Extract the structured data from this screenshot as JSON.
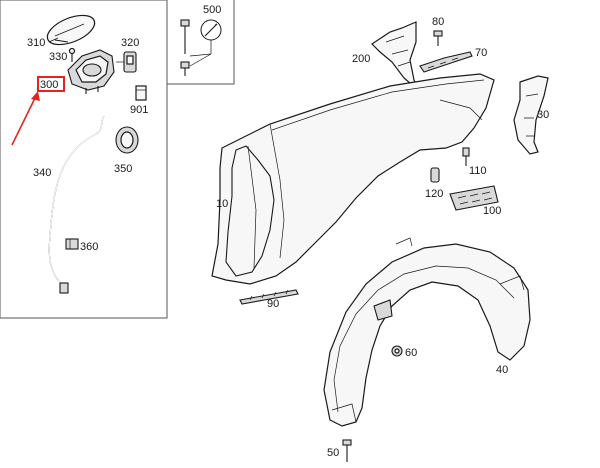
{
  "labels": {
    "p10": "10",
    "p30": "30",
    "p40": "40",
    "p50": "50",
    "p60": "60",
    "p70": "70",
    "p80": "80",
    "p90": "90",
    "p100": "100",
    "p110": "110",
    "p120": "120",
    "p200": "200",
    "p300": "300",
    "p310": "310",
    "p320": "320",
    "p330": "330",
    "p340": "340",
    "p350": "350",
    "p360": "360",
    "p500": "500",
    "p901": "901"
  },
  "colors": {
    "highlight": "#e8231d",
    "line": "#1a1a1a",
    "frame": "#555555"
  },
  "highlighted_part": "300"
}
